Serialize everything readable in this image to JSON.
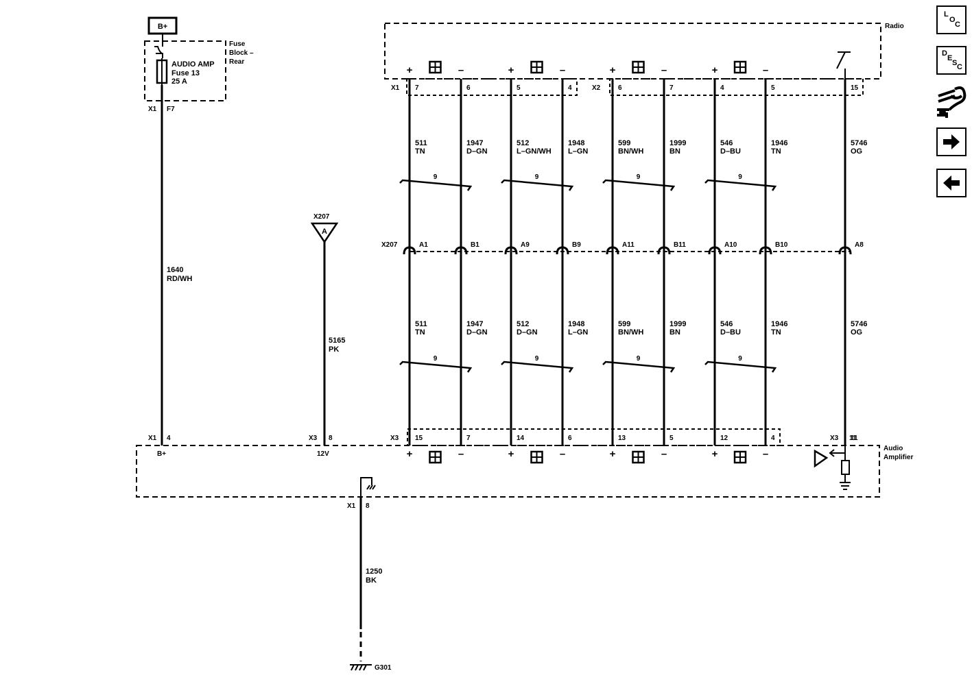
{
  "power_source": {
    "label": "B+"
  },
  "fuse_block": {
    "name_line1": "Fuse",
    "name_line2": "Block –",
    "name_line3": "Rear",
    "fuse_line1": "AUDIO AMP",
    "fuse_line2": "Fuse 13",
    "fuse_line3": "25 A",
    "connector": "X1",
    "pin": "F7"
  },
  "radio": {
    "name": "Radio",
    "connector_x1": "X1",
    "connector_x2": "X2"
  },
  "inline_connector": {
    "name": "X207",
    "pins": [
      "A1",
      "B1",
      "A9",
      "B9",
      "A11",
      "B11",
      "A10",
      "B10",
      "A8"
    ]
  },
  "x207_splice": {
    "name": "X207",
    "letter": "A"
  },
  "power_wire": {
    "circuit": "1640",
    "color": "RD/WH"
  },
  "enable_wire": {
    "circuit": "5165",
    "color": "PK"
  },
  "ground_wire": {
    "circuit": "1250",
    "color": "BK"
  },
  "ground": {
    "name": "G301"
  },
  "wires": [
    {
      "radio_pin": "7",
      "circuit": "511",
      "color_top": "TN",
      "color_bottom": "TN",
      "amp_pin": "15",
      "polarity": "+"
    },
    {
      "radio_pin": "6",
      "circuit": "1947",
      "color_top": "D–GN",
      "color_bottom": "D–GN",
      "amp_pin": "7",
      "polarity": "–"
    },
    {
      "radio_pin": "5",
      "circuit": "512",
      "color_top": "L–GN/WH",
      "color_bottom": "D–GN",
      "amp_pin": "14",
      "polarity": "+"
    },
    {
      "radio_pin": "4",
      "circuit": "1948",
      "color_top": "L–GN",
      "color_bottom": "L–GN",
      "amp_pin": "6",
      "polarity": "–"
    },
    {
      "radio_pin": "6",
      "circuit": "599",
      "color_top": "BN/WH",
      "color_bottom": "BN/WH",
      "amp_pin": "13",
      "polarity": "+"
    },
    {
      "radio_pin": "7",
      "circuit": "1999",
      "color_top": "BN",
      "color_bottom": "BN",
      "amp_pin": "5",
      "polarity": "–"
    },
    {
      "radio_pin": "4",
      "circuit": "546",
      "color_top": "D–BU",
      "color_bottom": "D–BU",
      "amp_pin": "12",
      "polarity": "+"
    },
    {
      "radio_pin": "5",
      "circuit": "1946",
      "color_top": "TN",
      "color_bottom": "TN",
      "amp_pin": "4",
      "polarity": "–"
    },
    {
      "radio_pin": "15",
      "circuit": "5746",
      "color_top": "OG",
      "color_bottom": "OG",
      "amp_pin": "11",
      "polarity": ""
    }
  ],
  "twist_count": "9",
  "amplifier": {
    "name_line1": "Audio",
    "name_line2": "Amplifier",
    "connector_x1": "X1",
    "pin_bplus": "4",
    "bplus_label": "B+",
    "connector_x3": "X3",
    "pin_12v": "8",
    "label_12v": "12V",
    "ground_connector": "X1",
    "ground_pin": "8",
    "remote_connector": "X3",
    "remote_pin": "11"
  },
  "plus_sign": "+",
  "minus_sign": "–",
  "nav": {
    "loc": {
      "l": "L",
      "o": "O",
      "c": "C"
    },
    "desc": {
      "d": "D",
      "e": "E",
      "s": "S",
      "c": "C"
    }
  }
}
